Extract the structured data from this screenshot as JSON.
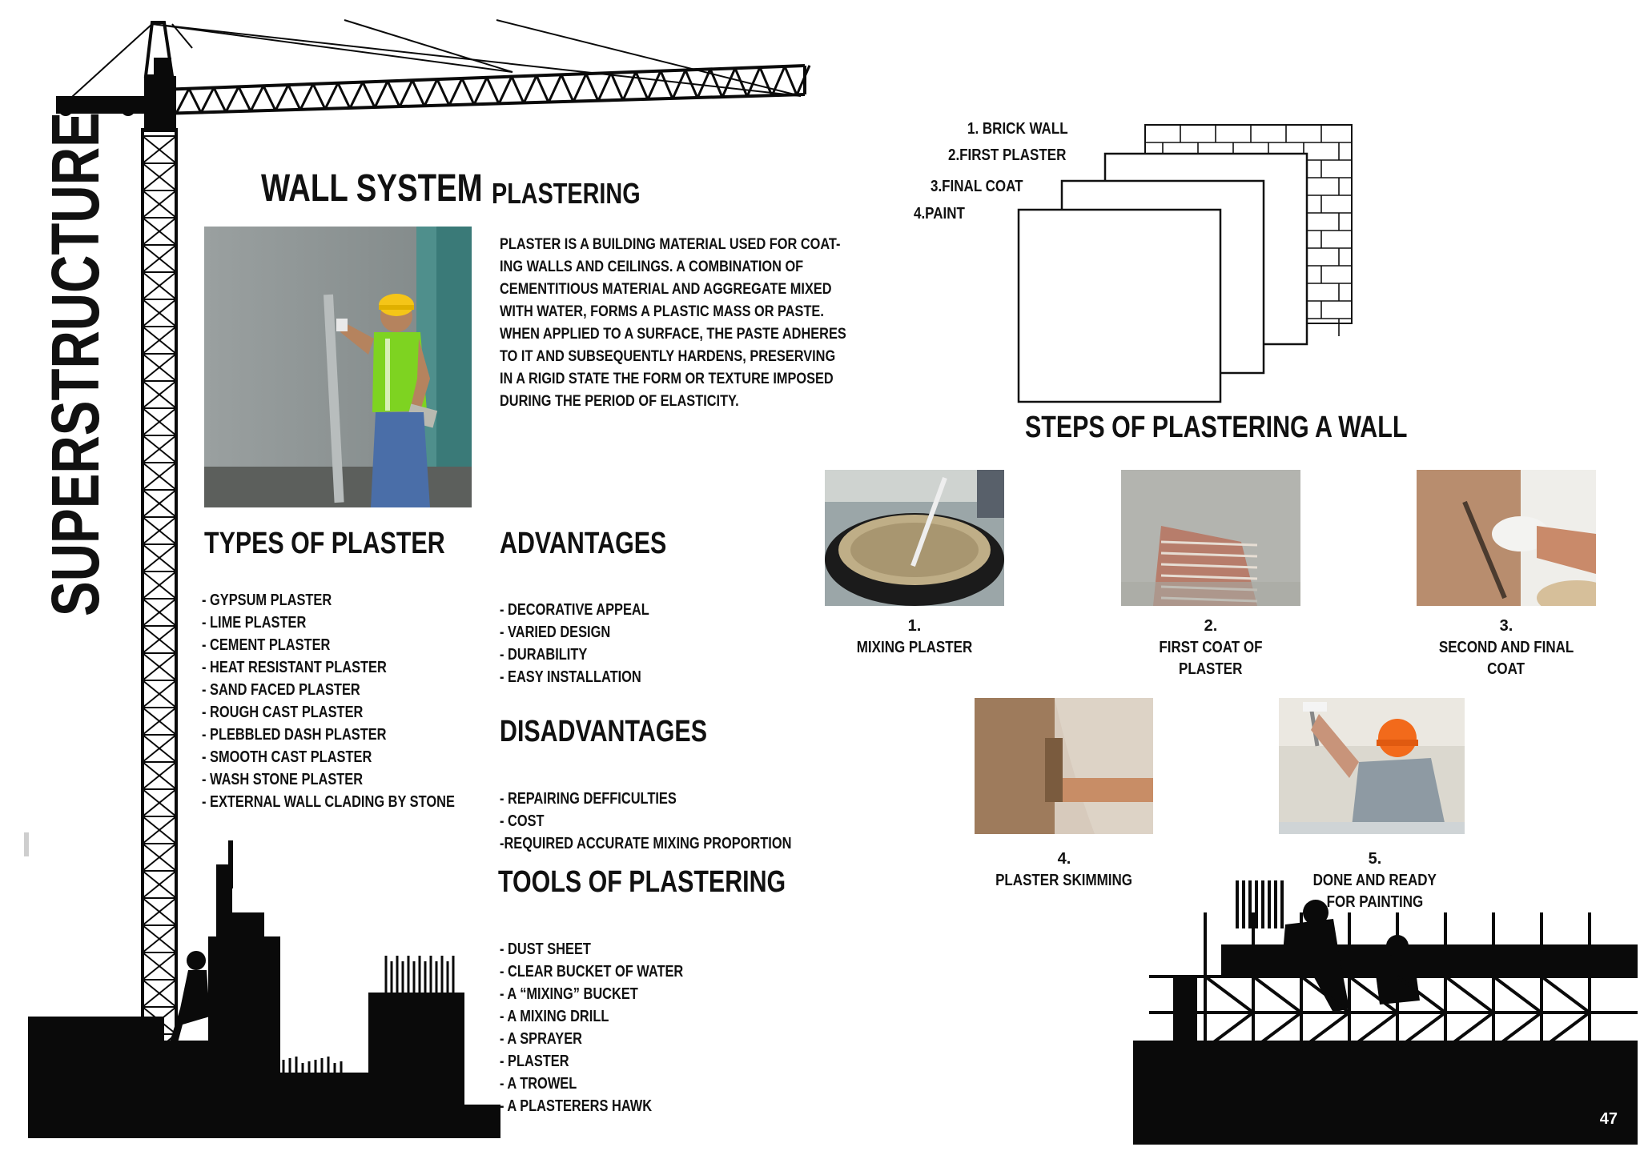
{
  "page": {
    "vertical_title": "SUPERSTRUCTURE",
    "page_number": "47"
  },
  "header": {
    "title_main": "WALL SYSTEM",
    "title_sub": "PLASTERING"
  },
  "intro": {
    "lines": [
      "PLASTER IS A BUILDING MATERIAL USED FOR COAT-",
      "ING WALLS AND CEILINGS.  A COMBINATION OF",
      "CEMENTITIOUS MATERIAL AND AGGREGATE MIXED",
      "WITH  WATER, FORMS A PLASTIC MASS OR PASTE.",
      "WHEN APPLIED TO A SURFACE, THE PASTE ADHERES",
      "TO IT AND SUBSEQUENTLY HARDENS, PRESERVING",
      "IN A RIGID STATE THE FORM OR TEXTURE IMPOSED",
      "DURING THE PERIOD OF ELASTICITY."
    ]
  },
  "types": {
    "heading": "TYPES OF PLASTER",
    "items": [
      "- GYPSUM PLASTER",
      "- LIME PLASTER",
      "- CEMENT PLASTER",
      "- HEAT RESISTANT PLASTER",
      "- SAND FACED PLASTER",
      "- ROUGH CAST PLASTER",
      "- PLEBBLED DASH PLASTER",
      "- SMOOTH CAST PLASTER",
      "- WASH STONE PLASTER",
      "- EXTERNAL WALL CLADING BY STONE"
    ]
  },
  "advantages": {
    "heading": "ADVANTAGES",
    "items": [
      "- DECORATIVE APPEAL",
      "- VARIED DESIGN",
      "- DURABILITY",
      "- EASY INSTALLATION"
    ]
  },
  "disadvantages": {
    "heading": "DISADVANTAGES",
    "items": [
      "- REPAIRING DEFFICULTIES",
      "- COST",
      "-REQUIRED ACCURATE MIXING PROPORTION"
    ]
  },
  "tools": {
    "heading": "TOOLS OF PLASTERING",
    "items": [
      " - DUST SHEET",
      "- CLEAR BUCKET OF WATER",
      "- A “MIXING” BUCKET",
      "- A MIXING DRILL",
      "- A SPRAYER",
      "- PLASTER",
      "- A TROWEL",
      "- A PLASTERERS HAWK"
    ]
  },
  "layers": {
    "labels": [
      "1. BRICK WALL",
      "2.FIRST PLASTER",
      "3.FINAL COAT",
      "4.PAINT"
    ]
  },
  "steps": {
    "heading": "STEPS OF PLASTERING A WALL",
    "items": [
      {
        "num": "1.",
        "label_lines": [
          "MIXING PLASTER"
        ]
      },
      {
        "num": "2.",
        "label_lines": [
          "FIRST COAT OF",
          "PLASTER"
        ]
      },
      {
        "num": "3.",
        "label_lines": [
          "SECOND AND FINAL",
          "COAT"
        ]
      },
      {
        "num": "4.",
        "label_lines": [
          "PLASTER SKIMMING"
        ]
      },
      {
        "num": "5.",
        "label_lines": [
          "DONE AND READY",
          "FOR PAINTING"
        ]
      }
    ]
  },
  "colors": {
    "ink": "#111111",
    "silhouette": "#0a0a0a",
    "vest_green": "#7ed321",
    "helmet_yellow": "#f5c518",
    "helmet_orange": "#f26a1b"
  }
}
